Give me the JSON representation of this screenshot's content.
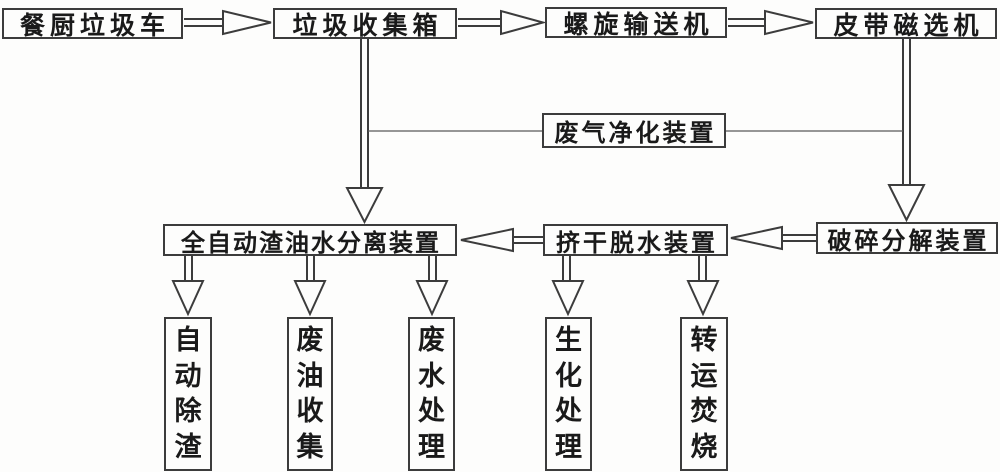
{
  "colors": {
    "line": "#3c3c3c",
    "background": "#fdfdfc",
    "text": "#1a1a1a"
  },
  "flow_top": {
    "kitchen_truck": "餐厨垃圾车",
    "collection_box": "垃圾收集箱",
    "screw_conveyor": "螺旋输送机",
    "belt_magnetic": "皮带磁选机"
  },
  "flow_middle": {
    "gas_purifier": "废气净化装置"
  },
  "flow_row2": {
    "separator": "全自动渣油水分离装置",
    "dewatering": "挤干脱水装置",
    "crusher": "破碎分解装置"
  },
  "flow_bottom": {
    "auto_slag": "自动除渣",
    "oil_collect": "废油收集",
    "water_treat": "废水处理",
    "bio_treat": "生化处理",
    "transfer_incineration": "转运焚烧"
  }
}
